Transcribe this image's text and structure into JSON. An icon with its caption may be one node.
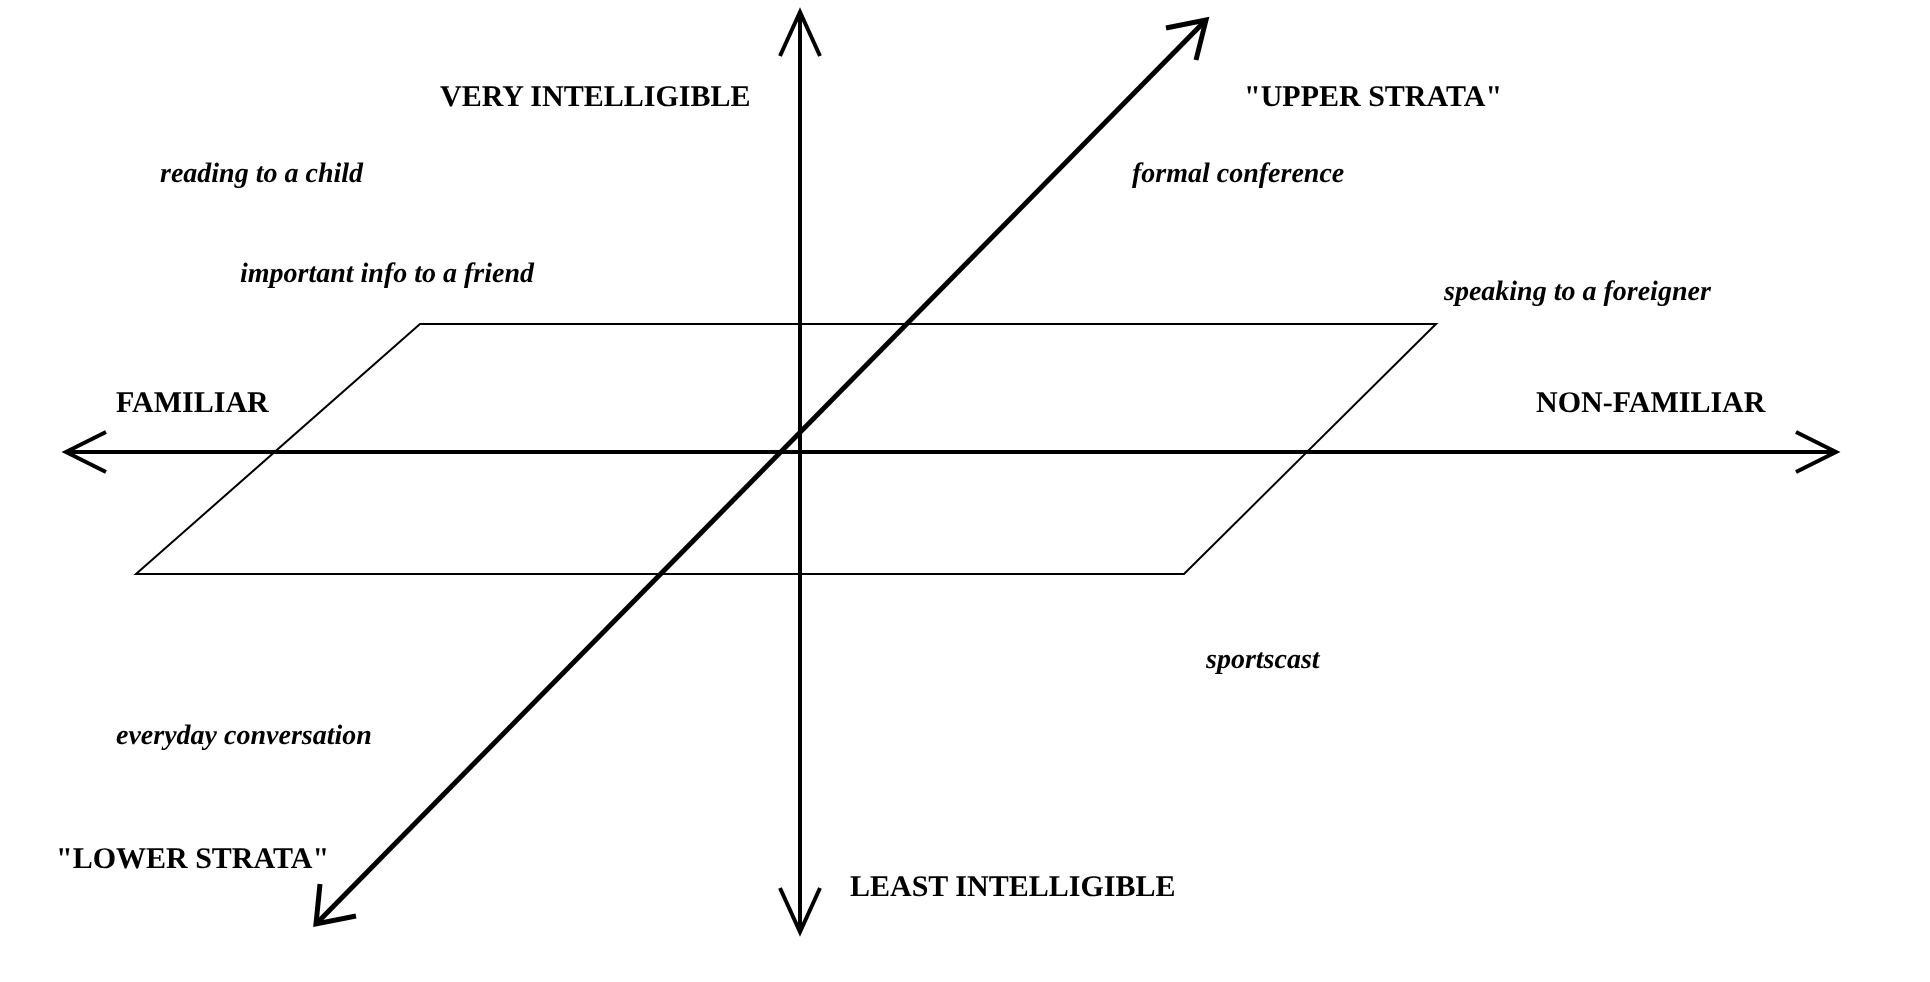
{
  "diagram": {
    "labels": [
      "VERY INTELLIGIBLE",
      "\"UPPER STRATA\"",
      "reading to a child",
      "formal conference",
      "important info to a friend",
      "speaking to a foreigner",
      "FAMILIAR",
      "NON-FAMILIAR",
      "sportscast",
      "everyday conversation",
      "\"LOWER STRATA\"",
      "LEAST INTELLIGIBLE"
    ]
  }
}
